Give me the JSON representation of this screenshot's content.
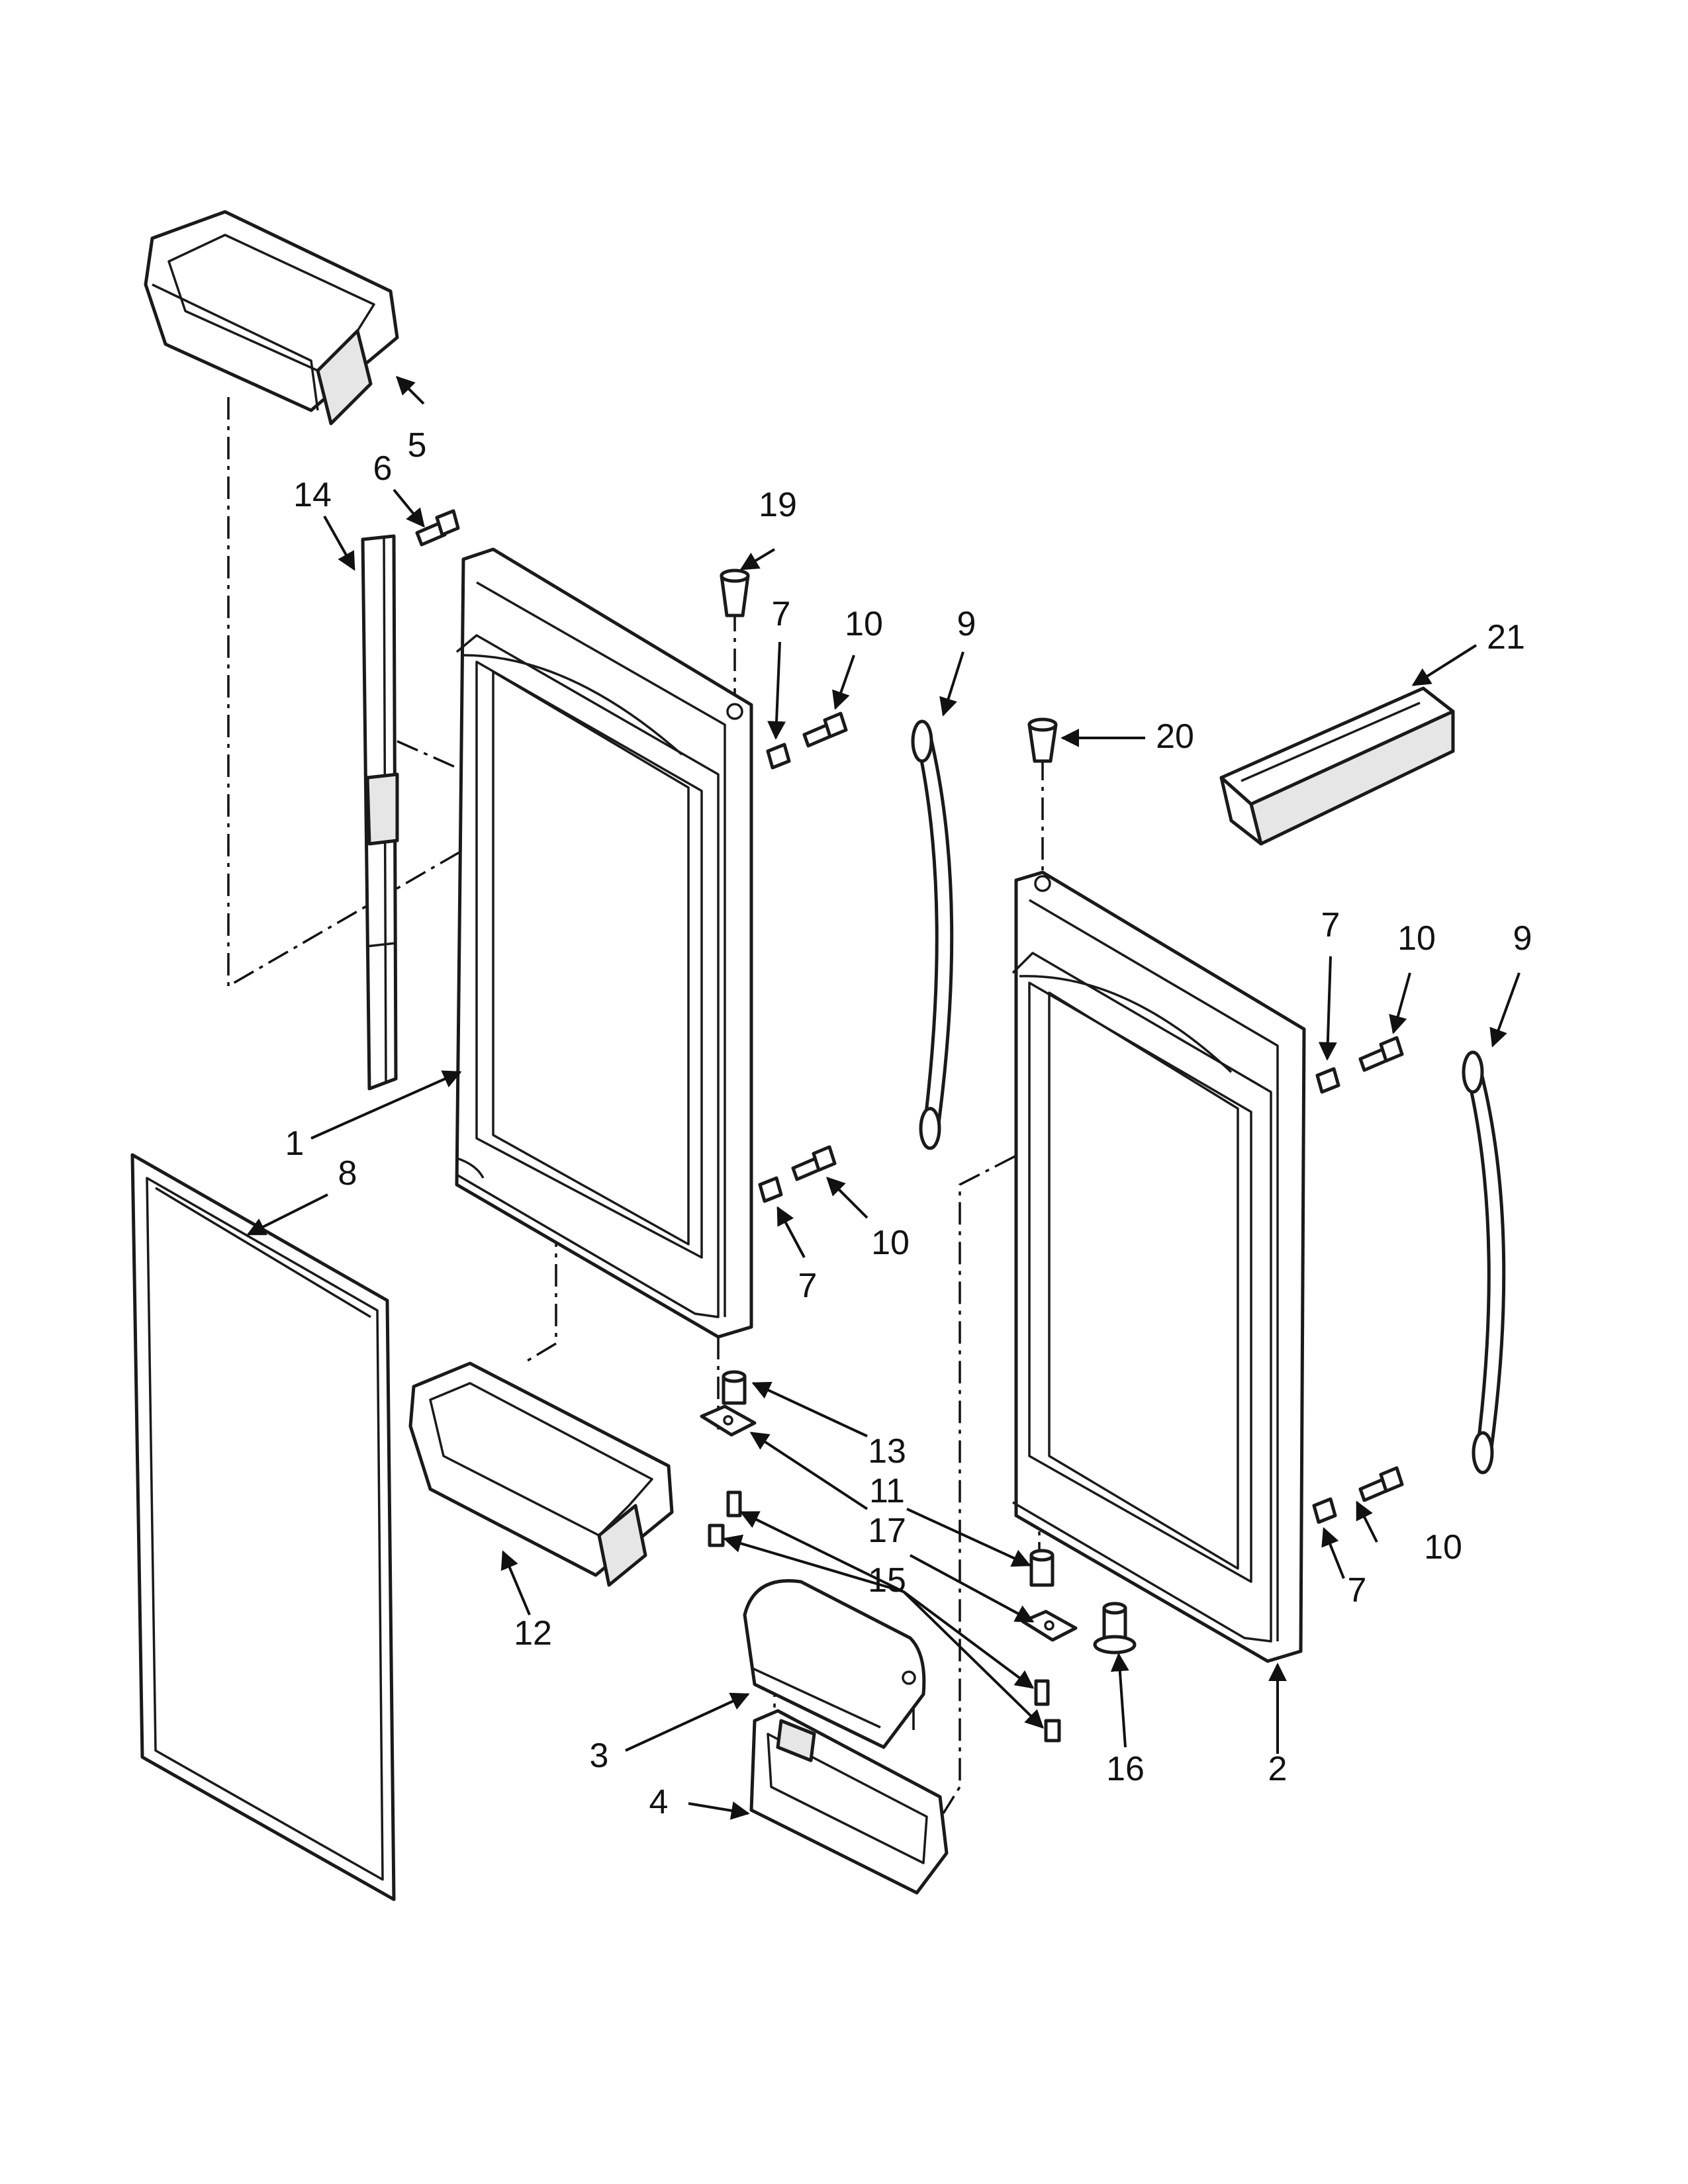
{
  "callouts": {
    "c1": "1",
    "c2": "2",
    "c3": "3",
    "c4": "4",
    "c5": "5",
    "c6": "6",
    "c7a": "7",
    "c7b": "7",
    "c7c": "7",
    "c7d": "7",
    "c8": "8",
    "c9a": "9",
    "c9b": "9",
    "c10a": "10",
    "c10b": "10",
    "c10c": "10",
    "c10d": "10",
    "c11": "11",
    "c12": "12",
    "c13": "13",
    "c14": "14",
    "c15": "15",
    "c16": "16",
    "c17": "17",
    "c19": "19",
    "c20": "20",
    "c21": "21"
  },
  "colors": {
    "line": "#1a1a1a",
    "fill": "#ffffff",
    "shade": "#e6e6e6"
  }
}
